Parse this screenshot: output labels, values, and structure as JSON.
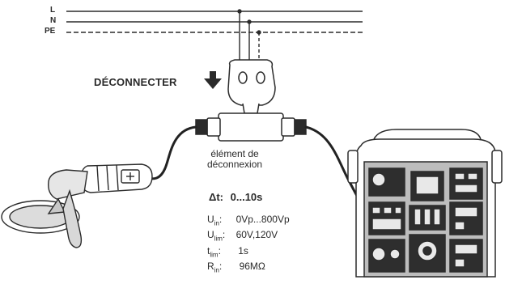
{
  "bus": {
    "line_labels": [
      "L",
      "N",
      "PE"
    ]
  },
  "disconnect": {
    "label": "DÉCONNECTER"
  },
  "element": {
    "caption_line1": "élément de",
    "caption_line2": "déconnexion"
  },
  "timing": {
    "delta_label": "Δt:",
    "delta_value": "0...10s"
  },
  "specs": [
    {
      "sym": "U",
      "sub": "in",
      "value": "0Vp...800Vp"
    },
    {
      "sym": "U",
      "sub": "lim",
      "value": "60V,120V"
    },
    {
      "sym": "t",
      "sub": "lim",
      "value": "1s"
    },
    {
      "sym": "R",
      "sub": "in",
      "value": "96MΩ"
    }
  ],
  "colors": {
    "line": "#2b2b2b",
    "bg": "#ffffff"
  }
}
